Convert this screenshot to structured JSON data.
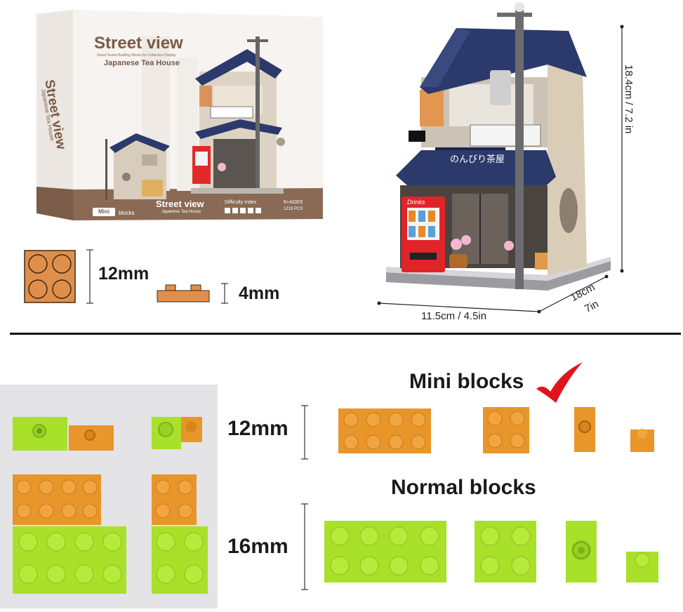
{
  "box": {
    "title": "Street view",
    "subtitle_small": "Street Scene Building Blocks for Collection Display",
    "subtitle": "Japanese Tea House",
    "side_title": "Street view",
    "side_subtitle": "Japanese Tea House",
    "badge_mini": "Mini",
    "badge_blocks": "blocks",
    "bottom_title": "Street view",
    "bottom_subtitle": "Japanese Tea House",
    "difficulty": "Difficulty Index",
    "ages": "6+AGES",
    "pcs": "1219 PCS"
  },
  "model": {
    "sign_text": "のんびり茶屋",
    "drinks_text": "Drinks",
    "height": "18.4cm / 7.2 in",
    "width": "11.5cm / 4.5in",
    "depth_cm": "18cm",
    "depth_in": "7in"
  },
  "brick_scale": {
    "plate_size": "12mm",
    "plate_height": "4mm"
  },
  "comparison": {
    "mini_title": "Mini blocks",
    "normal_title": "Normal blocks",
    "mini_size": "12mm",
    "normal_size": "16mm"
  },
  "colors": {
    "orange": "#e8952a",
    "green": "#a8e02a",
    "roof": "#2b3a6b",
    "check": "#e0141e"
  }
}
